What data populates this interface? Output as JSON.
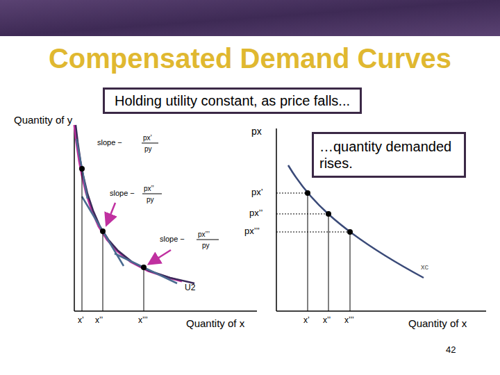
{
  "diagram": {
    "title": "Compensated Demand Curves",
    "nodes": [
      {
        "text": [
          "Holding utility constant, as price falls..."
        ]
      },
      {
        "text": [
          "…quantity demanded rises."
        ]
      }
    ],
    "labels": [
      "Quantity of y",
      "px",
      "px’",
      "px’’",
      "px’’’",
      "xc",
      "U2",
      "x’",
      "x’’",
      "x’’’",
      "Quantity of x",
      "x’",
      "x’’",
      "x’’’",
      "Quantity of x",
      "42",
      "slope −",
      "px’",
      "py",
      "slope −",
      "px’’",
      "py",
      "slope −",
      "px’’’",
      "py"
    ]
  }
}
